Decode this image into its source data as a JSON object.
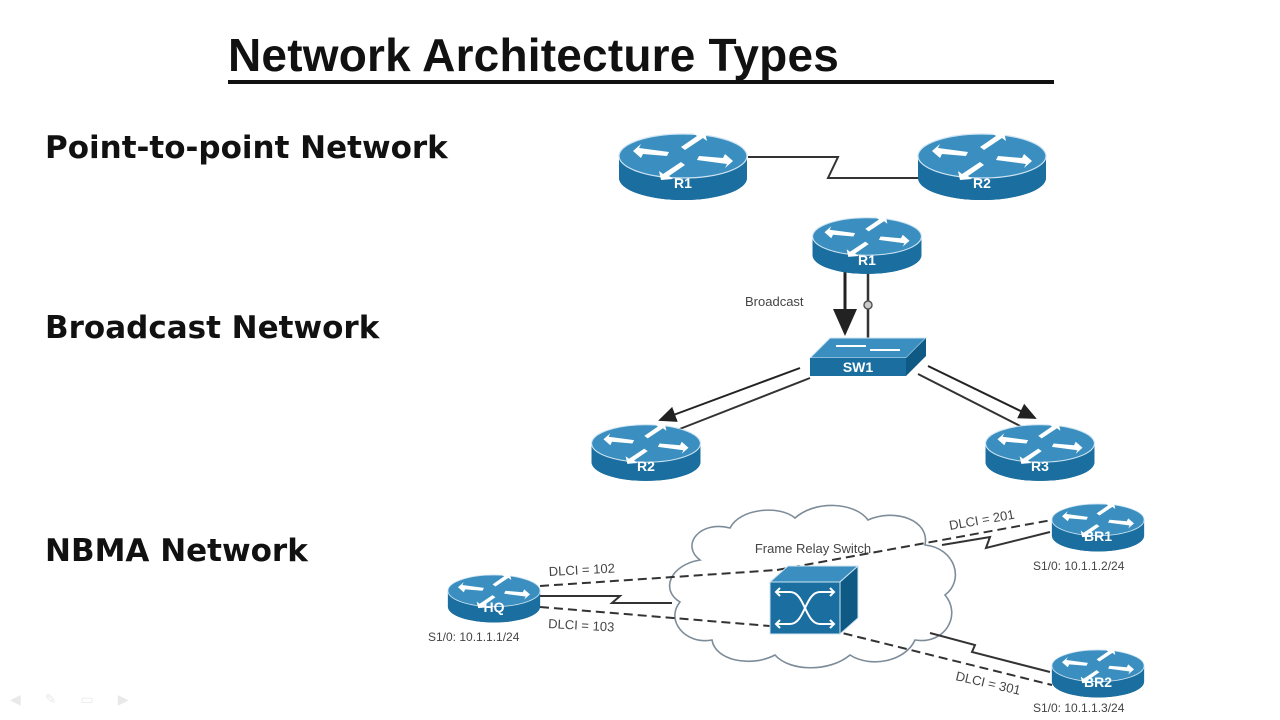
{
  "title": "Network Architecture Types",
  "sections": [
    {
      "label": "Point-to-point Network"
    },
    {
      "label": "Broadcast Network"
    },
    {
      "label": "NBMA Network"
    }
  ],
  "p2p": {
    "routers": [
      "R1",
      "R2"
    ]
  },
  "broadcast": {
    "router_top": "R1",
    "switch": "SW1",
    "routers_bottom": [
      "R2",
      "R3"
    ],
    "annotation": "Broadcast"
  },
  "nbma": {
    "cloud_label": "Frame Relay Switch",
    "hub": {
      "name": "HQ",
      "ip": "S1/0: 10.1.1.1/24"
    },
    "branches": [
      {
        "name": "BR1",
        "ip": "S1/0: 10.1.1.2/24"
      },
      {
        "name": "BR2",
        "ip": "S1/0: 10.1.1.3/24"
      }
    ],
    "dlci": {
      "hq_to_br1": "DLCI = 102",
      "hq_to_br2": "DLCI = 103",
      "br1_to_hq": "DLCI = 201",
      "br2_to_hq": "DLCI = 301"
    }
  },
  "colors": {
    "device": "#1a6fa0",
    "device_dark": "#0f5a85",
    "device_light": "#3b8fc0"
  },
  "slide_controls": [
    "back-icon",
    "pen-icon",
    "menu-icon",
    "forward-icon"
  ]
}
